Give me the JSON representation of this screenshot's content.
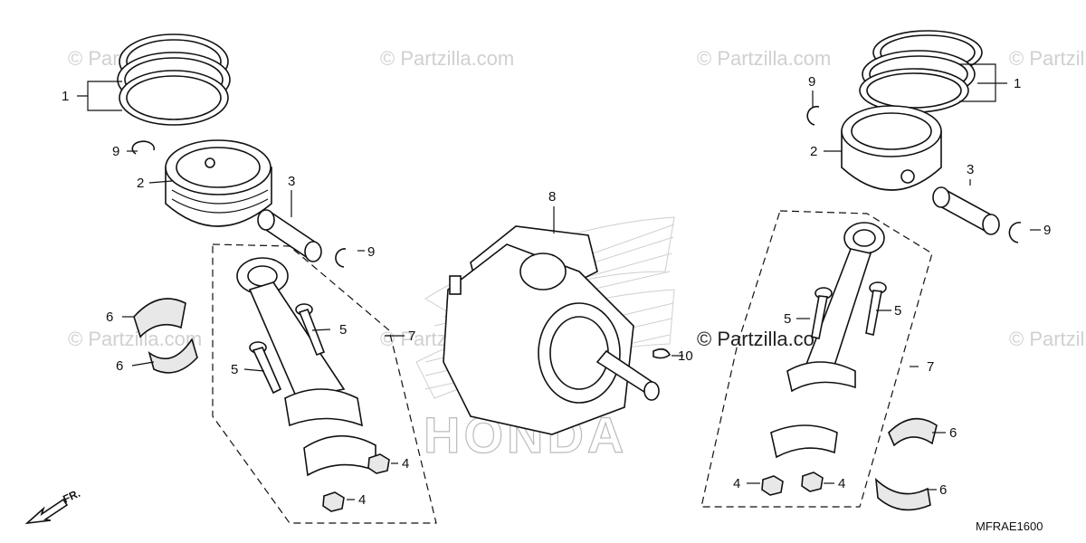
{
  "diagram": {
    "callouts": {
      "c1_left": "1",
      "c2_left": "2",
      "c3_left": "3",
      "c4_left_a": "4",
      "c4_left_b": "4",
      "c5_left_a": "5",
      "c5_left_b": "5",
      "c6_left_a": "6",
      "c6_left_b": "6",
      "c7_left": "7",
      "c8": "8",
      "c9_left_a": "9",
      "c9_left_b": "9",
      "c10": "10",
      "c1_right": "1",
      "c2_right": "2",
      "c3_right": "3",
      "c4_right_a": "4",
      "c4_right_b": "4",
      "c5_right_a": "5",
      "c5_right_b": "5",
      "c6_right_a": "6",
      "c6_right_b": "6",
      "c7_right": "7",
      "c9_right_a": "9",
      "c9_right_b": "9"
    },
    "watermark": "© Partzilla.com",
    "brand_text": "HONDA",
    "direction_label": "FR.",
    "diagram_code": "MFRAE1600"
  }
}
